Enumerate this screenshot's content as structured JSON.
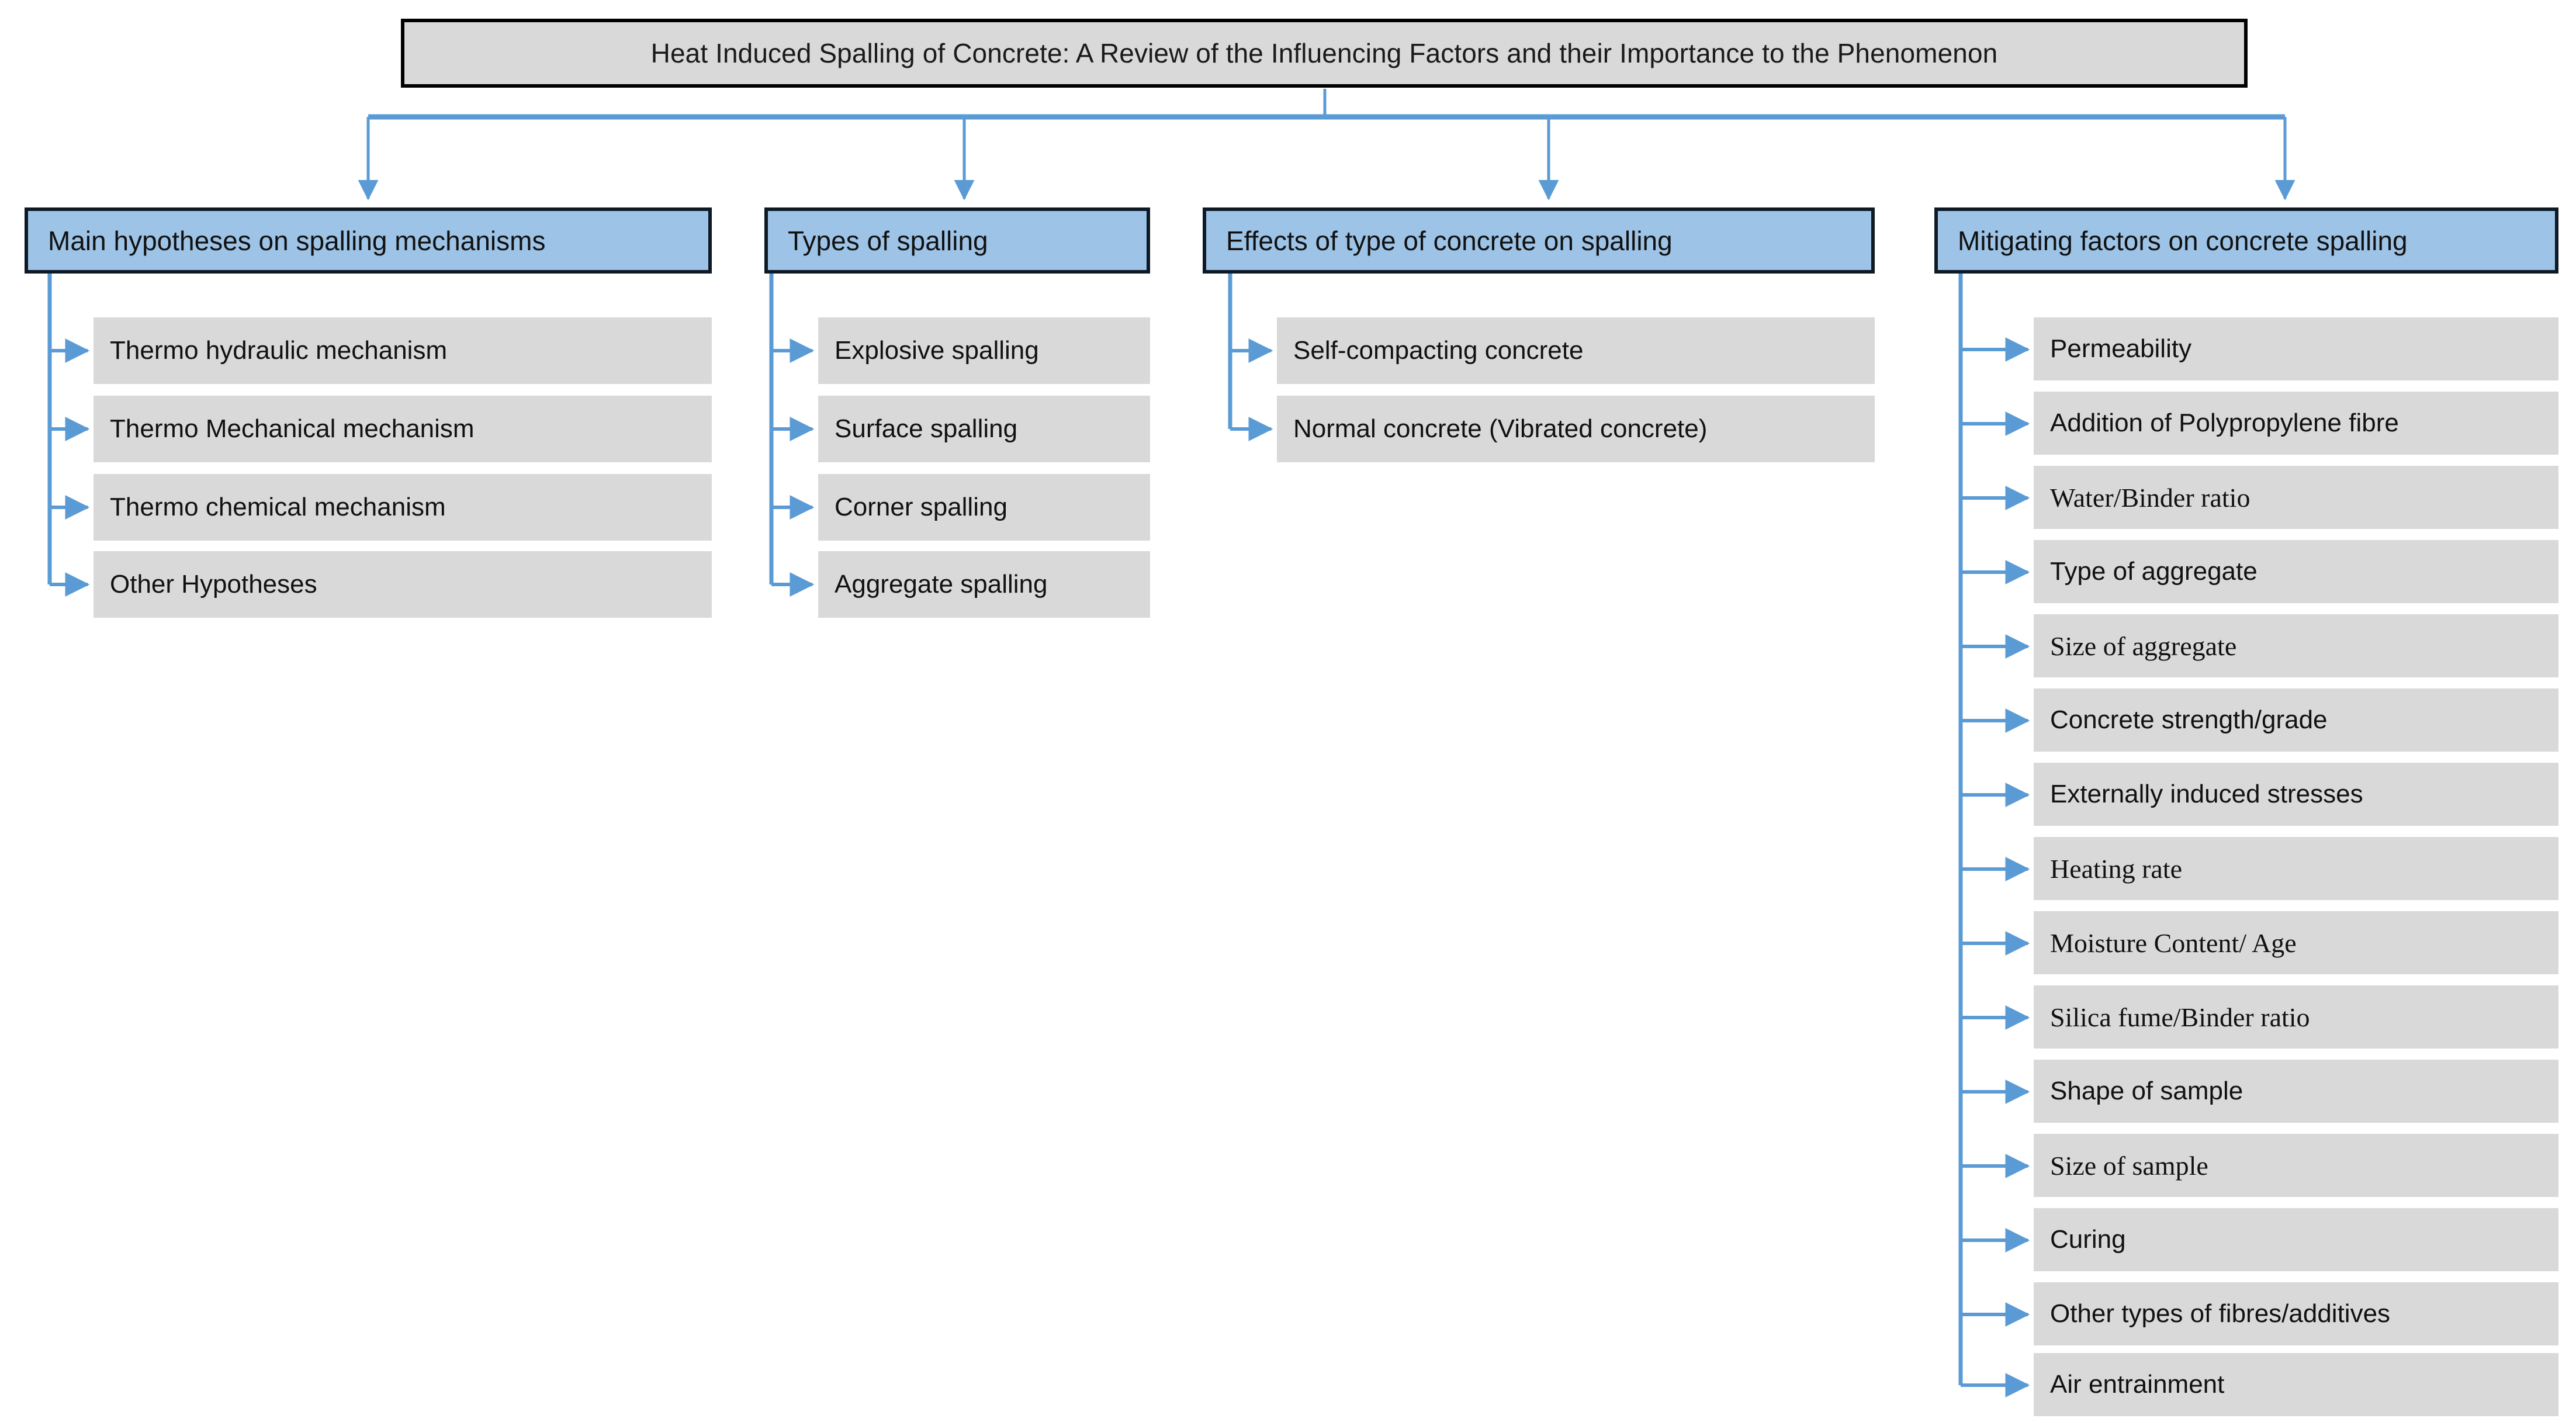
{
  "diagram": {
    "type": "tree",
    "title_node": {
      "label": "Heat Induced Spalling of Concrete: A Review of the Influencing Factors and their Importance to the Phenomenon"
    },
    "colors": {
      "header_fill": "#9DC3E6",
      "leaf_fill": "#D9D9D9",
      "title_fill": "#D9D9D9",
      "connector": "#5B9BD5",
      "border": "#000000",
      "text": "#111111",
      "background": "#FFFFFF"
    },
    "branches": [
      {
        "header": "Main hypotheses on spalling mechanisms",
        "children": [
          "Thermo hydraulic mechanism",
          "Thermo Mechanical mechanism",
          "Thermo chemical mechanism",
          "Other Hypotheses"
        ]
      },
      {
        "header": "Types of spalling",
        "children": [
          "Explosive spalling",
          "Surface spalling",
          "Corner spalling",
          "Aggregate spalling"
        ]
      },
      {
        "header": "Effects of type of concrete on spalling",
        "children": [
          "Self-compacting concrete",
          "Normal concrete (Vibrated concrete)"
        ]
      },
      {
        "header": "Mitigating factors on concrete spalling",
        "children": [
          "Permeability",
          "Addition of Polypropylene fibre",
          "Water/Binder ratio",
          "Type of aggregate",
          "Size of aggregate",
          "Concrete strength/grade",
          "Externally induced stresses",
          "Heating rate",
          "Moisture Content/ Age",
          "Silica fume/Binder ratio",
          "Shape of sample",
          "Size of sample",
          "Curing",
          "Other types of fibres/additives",
          "Air entrainment"
        ]
      }
    ]
  }
}
